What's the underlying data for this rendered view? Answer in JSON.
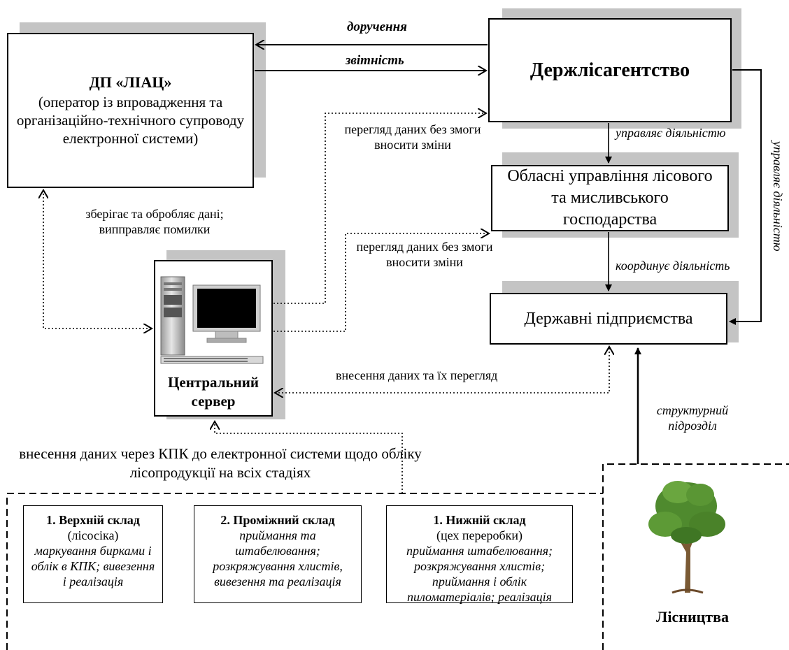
{
  "liac": {
    "title": "ДП «ЛІАЦ»",
    "description": "(оператор із впровадження та організаційно-технічного супроводу електронної системи)"
  },
  "agency": {
    "title": "Держлісагентство"
  },
  "regional": {
    "title": "Обласні управління лісового та мисливського господарства"
  },
  "enterprises": {
    "title": "Державні підприємства"
  },
  "server": {
    "label": "Центральний сервер"
  },
  "forestry": {
    "label": "Лісництва"
  },
  "arrows": {
    "assignment": "доручення",
    "reporting": "звітність",
    "view_agency": "перегляд даних без змоги вносити зміни",
    "view_regional": "перегляд даних  без змоги вносити зміни",
    "manages_regional": "управляє діяльністю",
    "manages_enterprises": "управляє діяльністю",
    "coordinates": "координує діяльність",
    "stores": "зберігає та обробляє дані; випправляє помилки",
    "entry_view": "внесення даних та їх перегляд",
    "structural": "структурний підрозділ",
    "kpk_entry": "внесення даних через КПК до електронної системи щодо обліку лісопродукції на всіх стадіях"
  },
  "stages": [
    {
      "title": "1. Верхній склад",
      "subtitle": "(лісосіка)",
      "details": "маркування бирками і облік в КПК; вивезення і реалізація"
    },
    {
      "title": "2. Проміжний склад",
      "subtitle": "",
      "details": "приймання та штабелювання; розкряжування хлистів, вивезення та реалізація"
    },
    {
      "title": "1. Нижній склад",
      "subtitle": "(цех переробки)",
      "details": "приймання штабелювання; розкряжування хлистів; приймання і облік пиломатеріалів; реалізація"
    }
  ]
}
